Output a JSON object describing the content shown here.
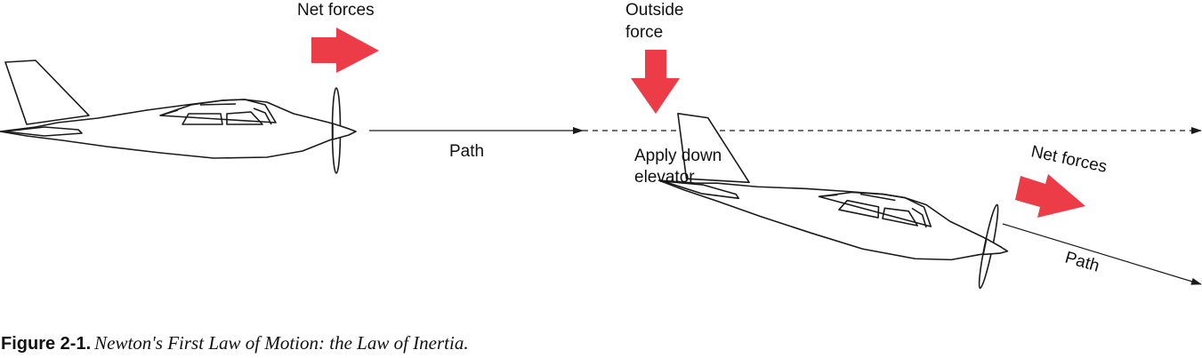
{
  "colors": {
    "arrow": "#ec3c47",
    "line": "#1a1a1a"
  },
  "labels": {
    "net_forces_left": "Net forces",
    "path_left": "Path",
    "outside_force_line1": "Outside",
    "outside_force_line2": "force",
    "apply_down_line1": "Apply down",
    "apply_down_line2": "elevator",
    "net_forces_right": "Net forces",
    "path_right": "Path"
  },
  "caption": {
    "number": "Figure 2-1.",
    "title": "Newton's First Law of Motion: the Law of Inertia."
  }
}
